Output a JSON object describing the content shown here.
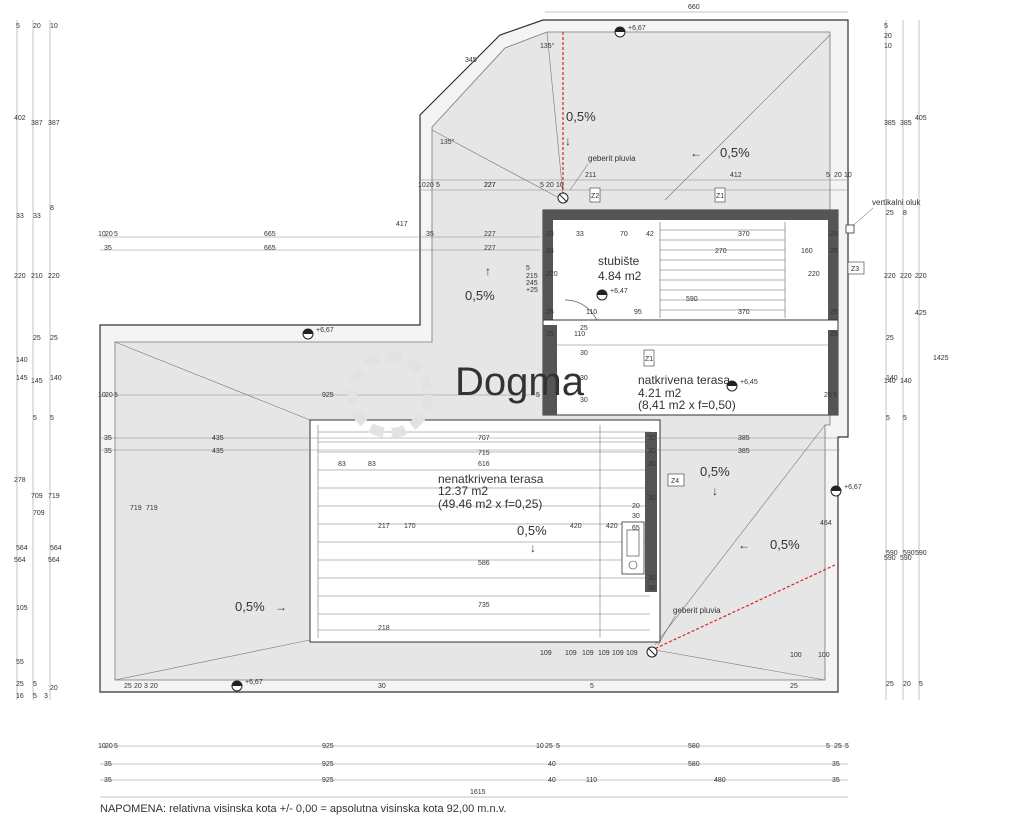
{
  "watermark": "Dogma",
  "note": "NAPOMENA: relativna visinska kota  +/- 0,00 = apsolutna visinska kota 92,00 m.n.v.",
  "rooms": {
    "stubiste": {
      "name": "stubište",
      "area": "4.84 m2"
    },
    "natkrivena": {
      "name": "natkrivena terasa",
      "area": "4.21 m2",
      "calc": "(8,41 m2 x f=0,50)"
    },
    "nenatkrivena": {
      "name": "nenatkrivena terasa",
      "area": "12.37 m2",
      "calc": "(49.46 m2 x f=0,25)"
    }
  },
  "slopes": [
    "0,5%",
    "0,5%",
    "0,5%",
    "0,5%",
    "0,5%",
    "0,5%",
    "0,5%"
  ],
  "arrows": [
    "↓",
    "←",
    "↑",
    "→",
    "↓",
    "↓",
    "←"
  ],
  "drains": [
    "geberit pluvia",
    "geberit pluvia"
  ],
  "gutter": "vertikalni oluk",
  "elevations": [
    "+6,67",
    "+6,67",
    "+6,67",
    "+6,67",
    "+6,47",
    "+6,45"
  ],
  "tags": [
    "Z2",
    "Z1",
    "Z3",
    "Z1",
    "Z4"
  ],
  "angles": [
    "135°",
    "135°"
  ],
  "dims": {
    "top": [
      "660",
      "345",
      "211",
      "412",
      "5",
      "20",
      "10"
    ],
    "row1": [
      "10",
      "20",
      "5",
      "227",
      "227",
      "5",
      "20",
      "10"
    ],
    "stair": [
      "33",
      "70",
      "42",
      "370",
      "270",
      "160",
      "25",
      "25",
      "590",
      "95",
      "370",
      "110",
      "220",
      "220",
      "33",
      "33",
      "25",
      "25"
    ],
    "left_rows": [
      "10",
      "20",
      "5",
      "665",
      "35",
      "665",
      "417",
      "35",
      "227",
      "227"
    ],
    "mid": [
      "925",
      "435",
      "435",
      "707",
      "715",
      "616",
      "385",
      "385",
      "83",
      "83",
      "35",
      "35",
      "10",
      "20",
      "5",
      "5",
      "25",
      "5",
      "30",
      "30",
      "30",
      "30",
      "30",
      "20",
      "30",
      "30"
    ],
    "terrace": [
      "217",
      "170",
      "420",
      "420",
      "586",
      "735",
      "218",
      "590",
      "590",
      "464",
      "100",
      "100",
      "719",
      "719",
      "709",
      "564",
      "564",
      "140",
      "140",
      "145"
    ],
    "bottom": [
      "10",
      "20",
      "5",
      "925",
      "10",
      "25",
      "5",
      "580",
      "5",
      "25",
      "5",
      "35",
      "925",
      "40",
      "580",
      "35",
      "35",
      "925",
      "40",
      "110",
      "480",
      "35",
      "1615",
      "25",
      "20",
      "3",
      "20",
      "5",
      "30",
      "25"
    ],
    "left_col": [
      "5",
      "20",
      "10",
      "402",
      "387",
      "387",
      "33",
      "33",
      "8",
      "220",
      "210",
      "220",
      "25",
      "25",
      "145",
      "140",
      "5",
      "5",
      "278",
      "709",
      "719",
      "564",
      "564",
      "105",
      "55",
      "25",
      "5",
      "3",
      "20",
      "5",
      "16"
    ],
    "right_col": [
      "5",
      "20",
      "10",
      "385",
      "385",
      "405",
      "25",
      "8",
      "220",
      "220",
      "220",
      "425",
      "25",
      "140",
      "140",
      "5",
      "5",
      "1425",
      "590",
      "590",
      "590",
      "25",
      "20",
      "5"
    ],
    "small": [
      "5",
      "215",
      "245",
      "+25",
      "110",
      "25",
      "25",
      "109",
      "109",
      "109",
      "109",
      "109",
      "109",
      "65",
      "30",
      "30",
      "30",
      "25"
    ]
  }
}
